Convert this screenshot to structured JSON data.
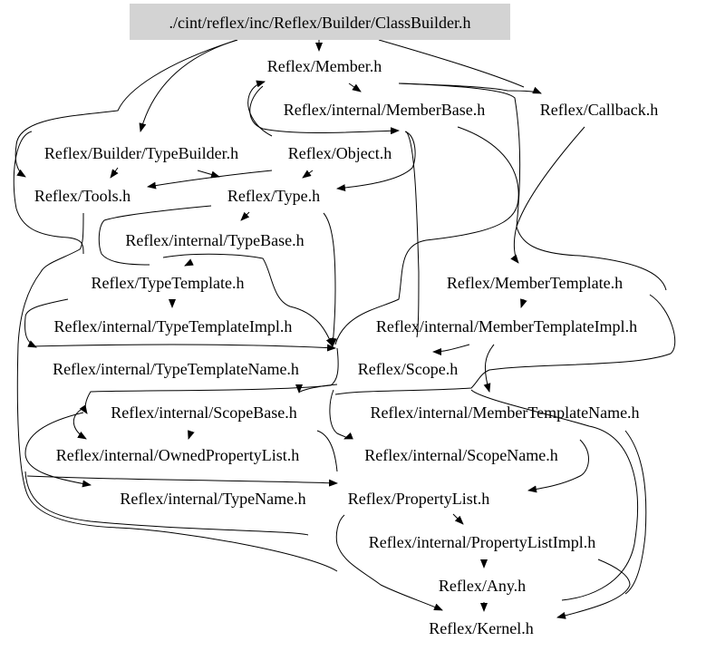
{
  "diagram": {
    "type": "include-dependency-graph",
    "root": "./cint/reflex/inc/Reflex/Builder/ClassBuilder.h",
    "colors": {
      "root_fill": "#d3d3d3",
      "edge": "#000000",
      "text": "#000000",
      "background": "#ffffff"
    },
    "nodes": [
      {
        "id": "classbuilder",
        "label": "./cint/reflex/inc/Reflex/Builder/ClassBuilder.h"
      },
      {
        "id": "member",
        "label": "Reflex/Member.h"
      },
      {
        "id": "memberbase",
        "label": "Reflex/internal/MemberBase.h"
      },
      {
        "id": "callback",
        "label": "Reflex/Callback.h"
      },
      {
        "id": "typebuilder",
        "label": "Reflex/Builder/TypeBuilder.h"
      },
      {
        "id": "object",
        "label": "Reflex/Object.h"
      },
      {
        "id": "tools",
        "label": "Reflex/Tools.h"
      },
      {
        "id": "type",
        "label": "Reflex/Type.h"
      },
      {
        "id": "typebase",
        "label": "Reflex/internal/TypeBase.h"
      },
      {
        "id": "typetemplate",
        "label": "Reflex/TypeTemplate.h"
      },
      {
        "id": "membertemplate",
        "label": "Reflex/MemberTemplate.h"
      },
      {
        "id": "typetemplateimpl",
        "label": "Reflex/internal/TypeTemplateImpl.h"
      },
      {
        "id": "membertemplateimpl",
        "label": "Reflex/internal/MemberTemplateImpl.h"
      },
      {
        "id": "typetemplatename",
        "label": "Reflex/internal/TypeTemplateName.h"
      },
      {
        "id": "scope",
        "label": "Reflex/Scope.h"
      },
      {
        "id": "scopebase",
        "label": "Reflex/internal/ScopeBase.h"
      },
      {
        "id": "membertemplatename",
        "label": "Reflex/internal/MemberTemplateName.h"
      },
      {
        "id": "ownedpropertylist",
        "label": "Reflex/internal/OwnedPropertyList.h"
      },
      {
        "id": "scopename",
        "label": "Reflex/internal/ScopeName.h"
      },
      {
        "id": "typename",
        "label": "Reflex/internal/TypeName.h"
      },
      {
        "id": "propertylist",
        "label": "Reflex/PropertyList.h"
      },
      {
        "id": "propertylistimpl",
        "label": "Reflex/internal/PropertyListImpl.h"
      },
      {
        "id": "any",
        "label": "Reflex/Any.h"
      },
      {
        "id": "kernel",
        "label": "Reflex/Kernel.h"
      }
    ]
  }
}
